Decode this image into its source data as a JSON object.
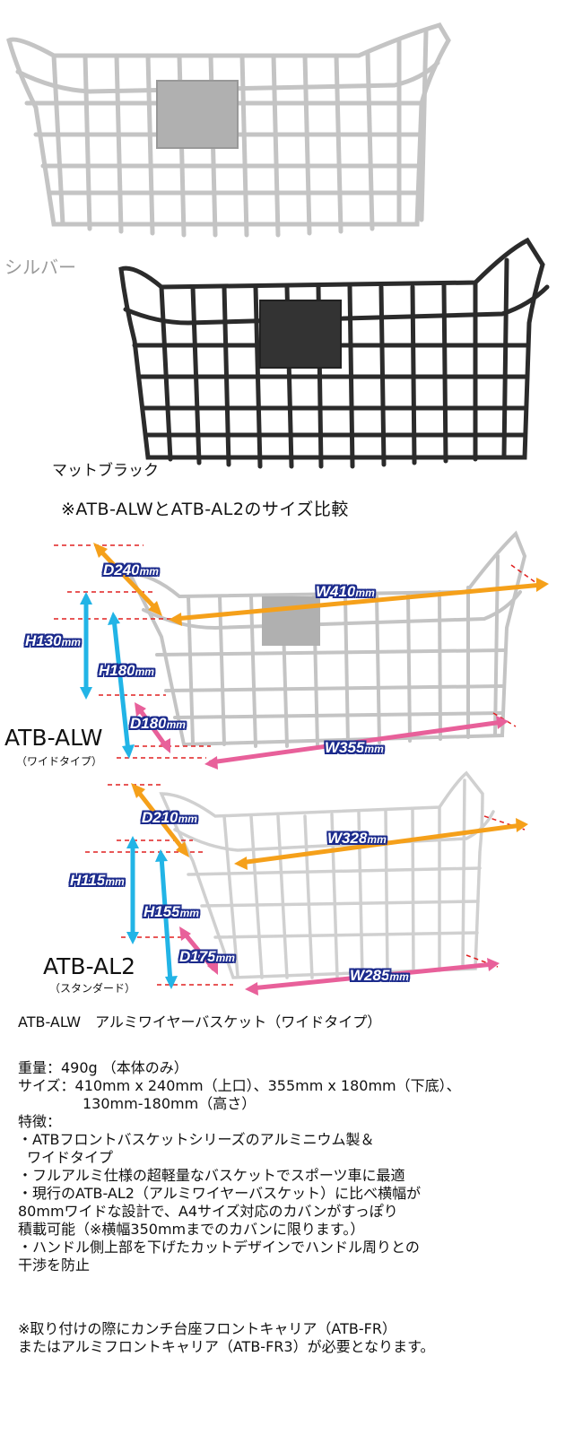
{
  "colors": {
    "silver_label": "#9a9a9a",
    "orange_arrow": "#f5a01a",
    "cyan_arrow": "#22b4e6",
    "pink_arrow": "#e8609a",
    "guide_red": "#e02020",
    "dim_outline": "#1b2a8c",
    "basket_silver": "#c9c9c9",
    "basket_black": "#2a2a2a"
  },
  "variants": {
    "silver_label": "シルバー",
    "black_label": "マットブラック"
  },
  "comparison": {
    "title": "※ATB-ALWとATB-AL2のサイズ比較",
    "alw": {
      "model": "ATB-ALW",
      "type": "（ワイドタイプ）",
      "d_top": "D240",
      "w_top": "W410",
      "h_low": "H130",
      "h_high": "H180",
      "d_bottom": "D180",
      "w_bottom": "W355",
      "unit": "mm"
    },
    "al2": {
      "model": "ATB-AL2",
      "type": "（スタンダード）",
      "d_top": "D210",
      "w_top": "W328",
      "h_low": "H115",
      "h_high": "H155",
      "d_bottom": "D175",
      "w_bottom": "W285",
      "unit": "mm"
    }
  },
  "description": {
    "product_title": "ATB-ALW　アルミワイヤーバスケット（ワイドタイプ）",
    "weight": "重量：490g （本体のみ）",
    "size_line1": "サイズ：410mm x 240mm（上口）、355mm x 180mm（下底）、",
    "size_line2": "130mm-180mm（高さ）",
    "features_heading": "特徴：",
    "feature1_line1": "・ATBフロントバスケットシリーズのアルミニウム製＆",
    "feature1_line2": "ワイドタイプ",
    "feature2": "・フルアルミ仕様の超軽量なバスケットでスポーツ車に最適",
    "feature3_line1": "・現行のATB-AL2（アルミワイヤーバスケット）に比べ横幅が",
    "feature3_line2": "80mmワイドな設計で、A4サイズ対応のカバンがすっぽり",
    "feature3_line3": "積載可能（※横幅350mmまでのカバンに限ります。）",
    "feature4_line1": "・ハンドル側上部を下げたカットデザインでハンドル周りとの",
    "feature4_line2": "干渉を防止",
    "note_line1": "※取り付けの際にカンチ台座フロントキャリア（ATB-FR）",
    "note_line2": "またはアルミフロントキャリア（ATB-FR3）が必要となります。"
  }
}
